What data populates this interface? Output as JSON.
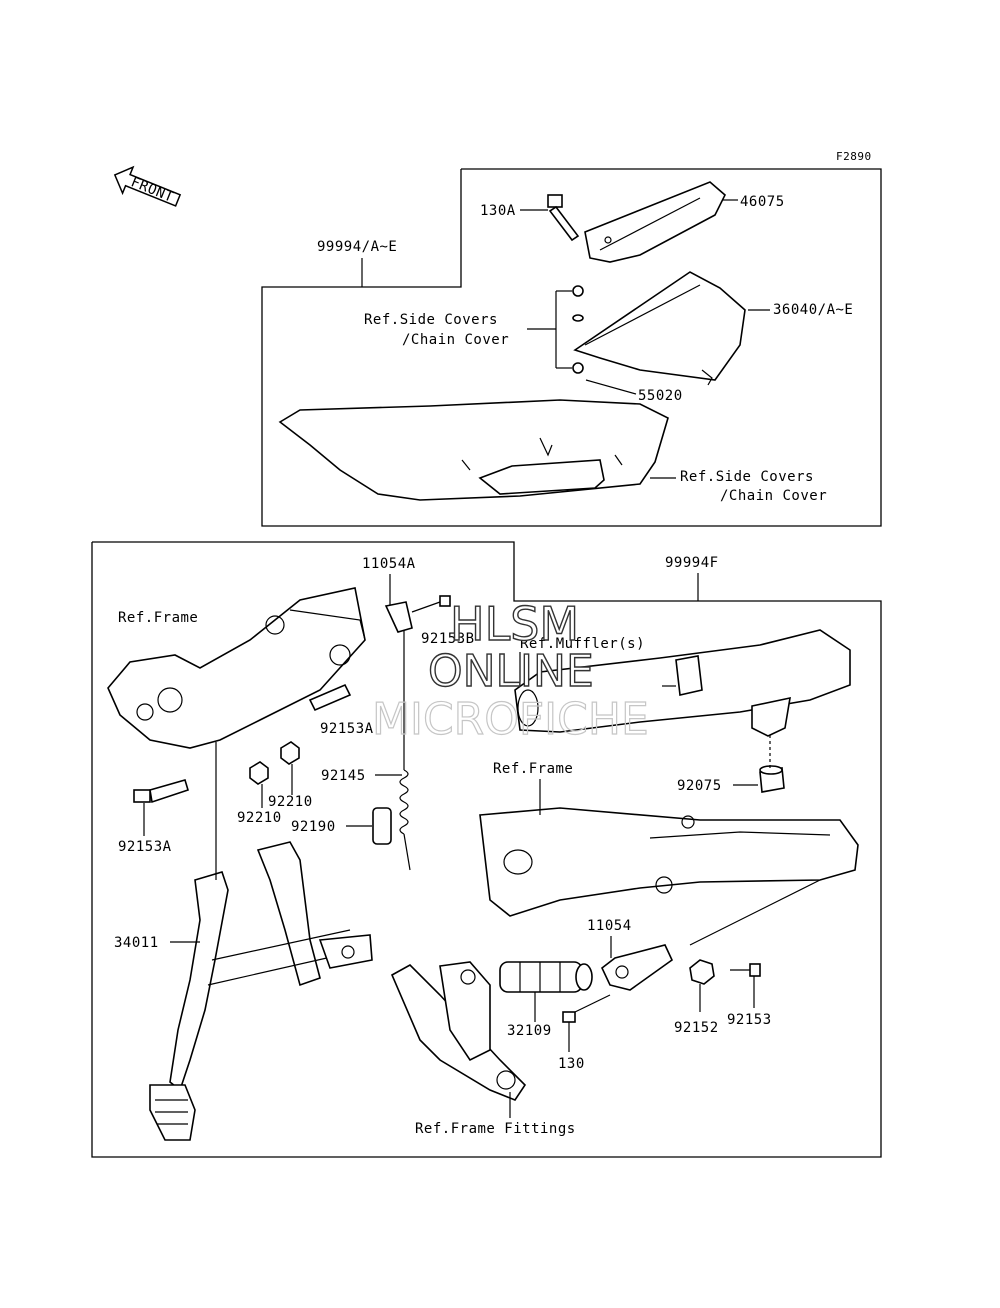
{
  "diagram_code": "F2890",
  "front_label": "FRONT",
  "watermark": {
    "line1": "HLSM",
    "line2": "ONLINE",
    "line3": "MICROFICHE"
  },
  "upper_group": {
    "group_code": "99994/A~E",
    "parts": {
      "p130A": "130A",
      "p46075": "46075",
      "p36040": "36040/A~E",
      "p55020": "55020"
    },
    "refs": {
      "side_covers_1a": "Ref.Side Covers",
      "side_covers_1b": "/Chain Cover",
      "side_covers_2a": "Ref.Side Covers",
      "side_covers_2b": "/Chain Cover"
    }
  },
  "lower_group": {
    "group_code": "99994F",
    "parts": {
      "p11054A": "11054A",
      "p92153B": "92153B",
      "p92153A_1": "92153A",
      "p92153A_2": "92153A",
      "p92210_1": "92210",
      "p92210_2": "92210",
      "p92145": "92145",
      "p92190": "92190",
      "p34011": "34011",
      "p92075": "92075",
      "p11054": "11054",
      "p32109": "32109",
      "p130": "130",
      "p92152": "92152",
      "p92153": "92153"
    },
    "refs": {
      "frame_1": "Ref.Frame",
      "muffler": "Ref.Muffler(s)",
      "frame_2": "Ref.Frame",
      "frame_fittings": "Ref.Frame Fittings"
    }
  }
}
